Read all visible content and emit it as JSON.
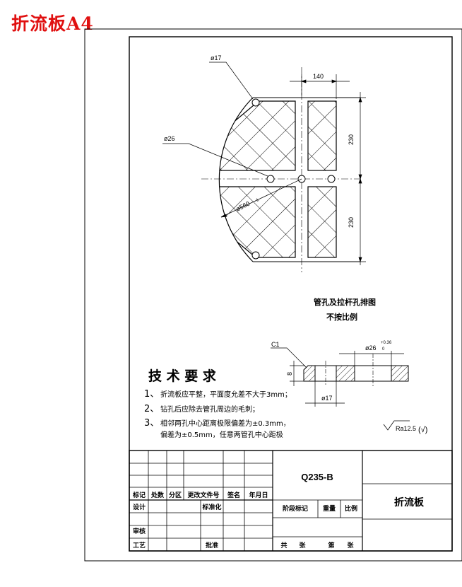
{
  "page_title": "折流板A4",
  "dims": {
    "hole_small": "ø17",
    "hole_large": "ø26",
    "width_140": "140",
    "height_upper": "230",
    "height_lower": "230",
    "diameter": "ø560",
    "tol_minus": "-1"
  },
  "layout_note": {
    "title": "管孔及拉杆孔排图",
    "subtitle": "不按比例"
  },
  "section": {
    "chamfer": "C1",
    "thickness": "8",
    "hole_dia": "ø26",
    "hole_dia_upper": "+0.36",
    "hole_dia_lower": "0",
    "hole_small": "ø17"
  },
  "tech": {
    "heading": "技 术 要 求",
    "item1_num": "1、",
    "item1_text": "折流板应平整，平面度允差不大于3mm；",
    "item2_num": "2、",
    "item2_text": "钻孔后应除去管孔周边的毛刺；",
    "item3_num": "3、",
    "item3_text_a": "相邻两孔中心距离极限偏差为±0.3mm，",
    "item3_text_b": "偏差为±0.5mm，任意两管孔中心距极"
  },
  "roughness": {
    "value": "Ra12.5",
    "suffix": "(√)"
  },
  "title_block": {
    "material": "Q235-B",
    "part_name": "折流板",
    "hdr_biaoji": "标记",
    "hdr_chushu": "处数",
    "hdr_fenqu": "分区",
    "hdr_gengai": "更改文件号",
    "hdr_qianming": "签名",
    "hdr_date": "年月日",
    "sheji": "设计",
    "biaozhunhua": "标准化",
    "shenhe": "审核",
    "gongyi": "工艺",
    "pizhun": "批准",
    "jieduan": "阶段标记",
    "zhongliang": "重量",
    "bili": "比例",
    "gong": "共",
    "zhang1": "张",
    "di": "第",
    "zhang2": "张"
  }
}
